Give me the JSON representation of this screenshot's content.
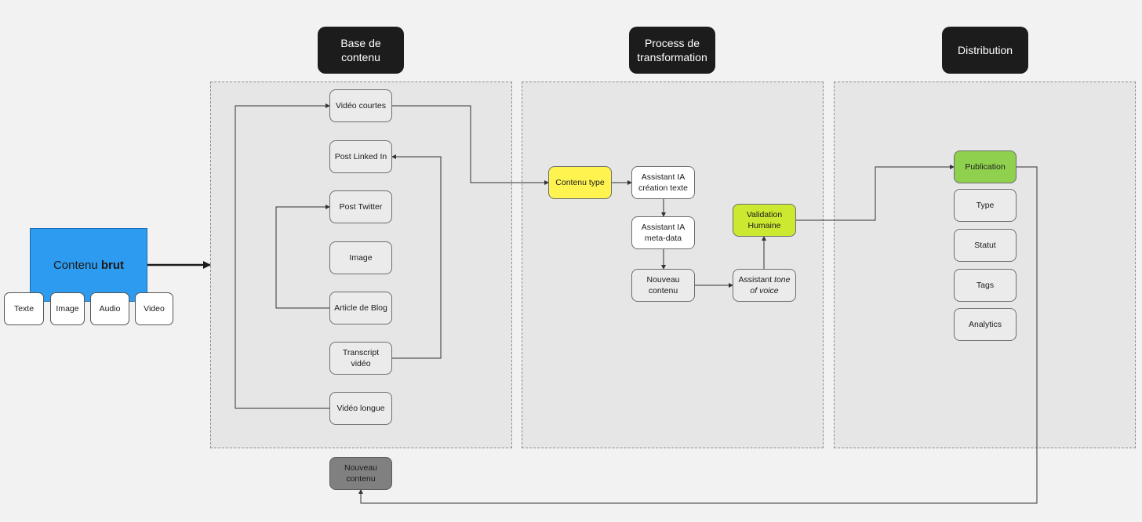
{
  "headers": {
    "base": "Base de contenu",
    "process": "Process de transformation",
    "distribution": "Distribution"
  },
  "source": {
    "title_plain": "Contenu ",
    "title_bold": "brut",
    "formats": [
      "Texte",
      "Image",
      "Audio",
      "Video"
    ]
  },
  "base_nodes": {
    "videos_courtes": "Vidéo courtes",
    "post_linkedin": "Post Linked In",
    "post_twitter": "Post Twitter",
    "image": "Image",
    "article_blog": "Article de Blog",
    "transcript_line1": "Transcript",
    "transcript_line2": "vidéo",
    "video_longue": "Vidéo longue",
    "nouveau_line1": "Nouveau",
    "nouveau_line2": "contenu"
  },
  "process_nodes": {
    "contenu_type": "Contenu type",
    "assistant_texte_line1": "Assistant IA",
    "assistant_texte_line2": "création texte",
    "assistant_meta_line1": "Assistant IA",
    "assistant_meta_line2": "meta-data",
    "nouveau_line1": "Nouveau",
    "nouveau_line2": "contenu",
    "validation_line1": "Validation",
    "validation_line2": "Humaine",
    "tone_prefix": "Assistant ",
    "tone_italic1": "tone",
    "tone_italic2": "of voice"
  },
  "distribution_nodes": {
    "publication": "Publication",
    "type": "Type",
    "statut": "Statut",
    "tags": "Tags",
    "analytics": "Analytics"
  },
  "colors": {
    "source": "#2d9bf0",
    "contenu_type": "#fff44f",
    "validation": "#cde831",
    "publication": "#8fd14f",
    "header": "#1c1c1c"
  }
}
